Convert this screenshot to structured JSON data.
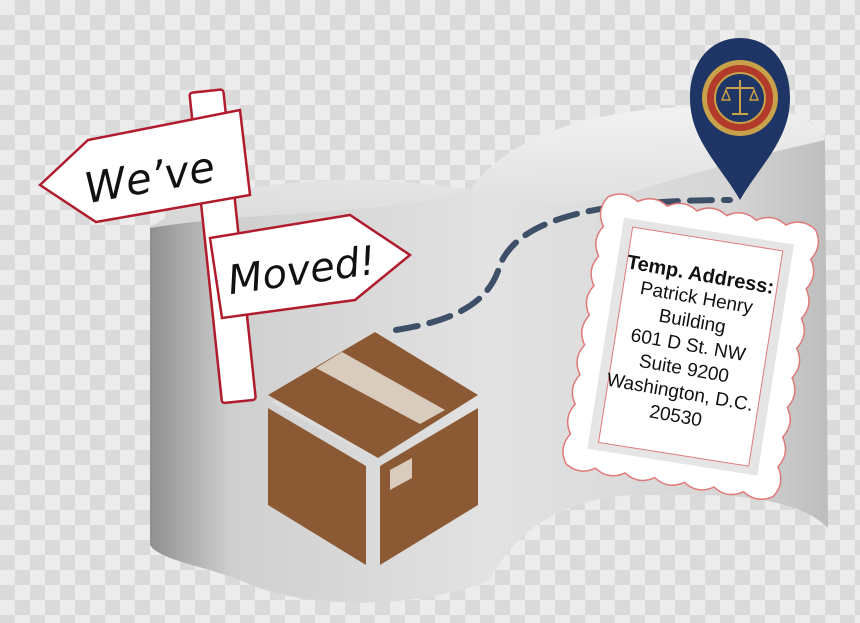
{
  "sign": {
    "top_board": "We’ve",
    "bottom_board": "Moved!"
  },
  "address": {
    "title": "Temp. Address:",
    "lines": [
      "Patrick Henry",
      "Building",
      "601 D St. NW",
      "Suite 9200",
      "Washington, D.C.",
      "20530"
    ]
  },
  "icons": {
    "pin": "location-pin-icon",
    "seal": "scales-of-justice-seal-icon",
    "box": "moving-box-icon",
    "stamp": "postage-stamp-icon"
  },
  "colors": {
    "pin_navy": "#1f3566",
    "seal_gold": "#c8a24a",
    "seal_red": "#b23a2a",
    "box_brown": "#8b5a35",
    "sign_border": "#b01c2e",
    "route_dash": "#3e5068"
  }
}
